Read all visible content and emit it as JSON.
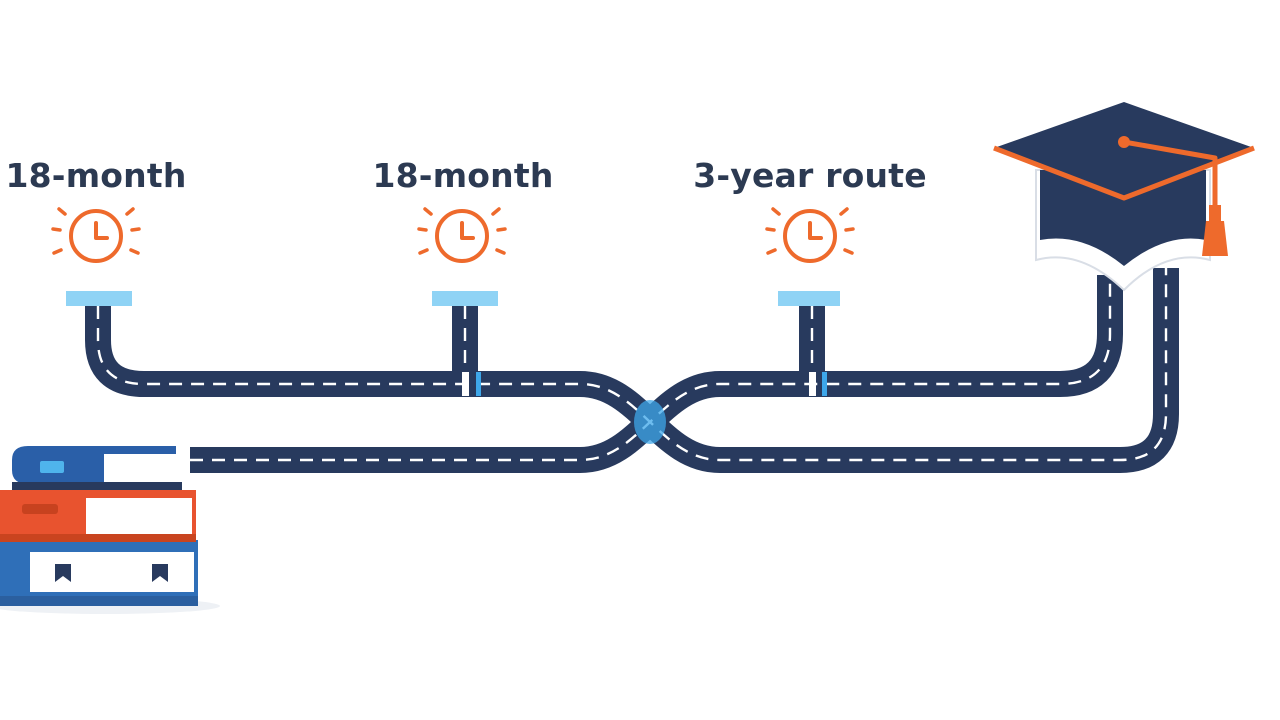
{
  "routes": [
    {
      "label": "18-month",
      "icon": "clock-icon"
    },
    {
      "label": "18-month",
      "icon": "clock-icon"
    },
    {
      "label": "3-year route",
      "icon": "clock-icon"
    }
  ],
  "start_icon": "book-stack-icon",
  "end_icon": "graduation-cap-icon",
  "colors": {
    "road": "#283a5e",
    "road_marking": "#ffffff",
    "marker": "#8fd3f5",
    "clock": "#ee6a2c",
    "label": "#2c3a52",
    "cap": "#283a5e",
    "cap_trim": "#ee6a2c",
    "book_blue": "#2f6fb8",
    "book_orange": "#e8532f"
  }
}
